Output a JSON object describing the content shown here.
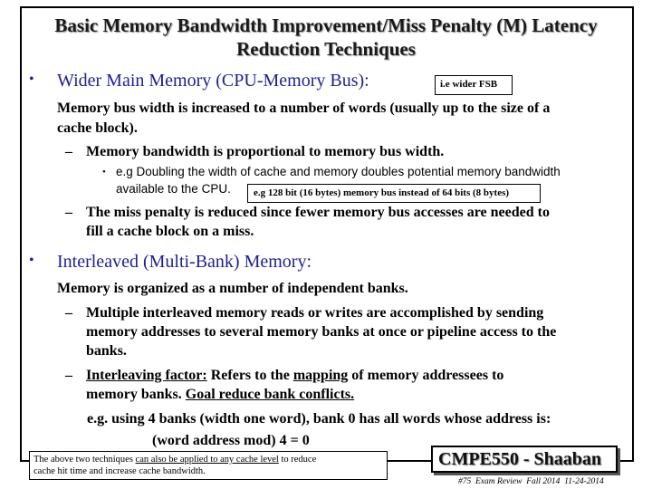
{
  "title": {
    "line1": "Basic Memory Bandwidth Improvement/Miss Penalty (M) Latency",
    "line2": "Reduction Techniques"
  },
  "bullets": {
    "marker": "•",
    "dash": "–",
    "sub_marker": "•",
    "b1": {
      "heading": "Wider Main Memory (CPU-Memory Bus):",
      "callout": "i.e wider FSB",
      "desc_line1": "Memory bus width is increased to a number of words  (usually up to the size of a",
      "desc_line2": "cache block).",
      "dash1": "Memory bandwidth is proportional to memory bus width.",
      "sub1_line1": "e.g  Doubling the width of cache and memory doubles potential memory bandwidth",
      "sub1_line2": "available to the CPU.",
      "sub1_callout": "e.g 128 bit (16 bytes) memory bus instead of 64 bits (8 bytes)",
      "dash2_line1": "The miss penalty is reduced since fewer memory bus accesses are needed to",
      "dash2_line2": "fill a cache block on a miss."
    },
    "b2": {
      "heading": "Interleaved (Multi-Bank) Memory:",
      "desc": "Memory is organized as a number of independent banks.",
      "dash1_line1": "Multiple  interleaved memory reads or writes are accomplished by sending",
      "dash1_line2": "memory addresses to several memory banks at once or pipeline access to the",
      "dash1_line3": "banks.",
      "dash2_label": "Interleaving factor:",
      "dash2_text_a": " Refers to the ",
      "dash2_mapping": "mapping",
      "dash2_text_b": " of memory addressees to",
      "dash2_line2_a": "memory banks.   ",
      "dash2_goal": "Goal reduce bank conflicts.",
      "eg_line1": "e.g.  using 4 banks (width one word), bank 0 has all words whose address  is:",
      "eg_line2": "(word address mod)  4  =  0"
    }
  },
  "note": {
    "line1_a": "The above two techniques ",
    "line1_u": "can also be applied to any cache level",
    "line1_b": " to reduce",
    "line2": "cache hit time and increase cache bandwidth."
  },
  "footer": {
    "brand": "CMPE550 - Shaaban",
    "slide_num": "#75",
    "course": "Exam Review",
    "term": "Fall 2014",
    "date": "11-24-2014"
  },
  "colors": {
    "heading": "#1f1f8f",
    "text": "#000000",
    "title_shadow": "#9a9a9a"
  }
}
